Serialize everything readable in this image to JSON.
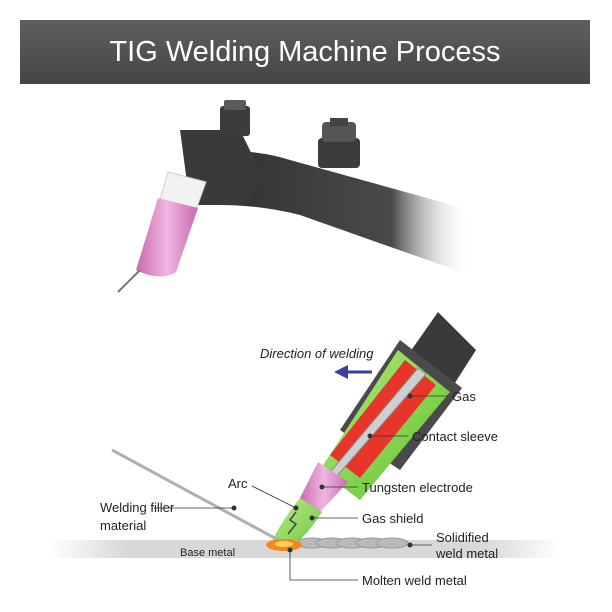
{
  "title": "TIG Welding Machine Process",
  "labels": {
    "direction": "Direction of welding",
    "gas": "Gas",
    "contact_sleeve": "Contact sleeve",
    "tungsten_electrode": "Tungsten electrode",
    "arc": "Arc",
    "gas_shield": "Gas shield",
    "filler_line1": "Welding filler",
    "filler_line2": "material",
    "solidified_line1": "Solidified",
    "solidified_line2": "weld metal",
    "base_metal": "Base metal",
    "molten": "Molten weld metal"
  },
  "colors": {
    "title_bar": "#4f4f4f",
    "nozzle_pink": "#d98fc6",
    "gas_green": "#7ad14a",
    "sleeve_red": "#e8352a",
    "torch_dark": "#3a3a3a",
    "molten_orange": "#f08a1c",
    "arrow_blue": "#3b3fa0"
  }
}
